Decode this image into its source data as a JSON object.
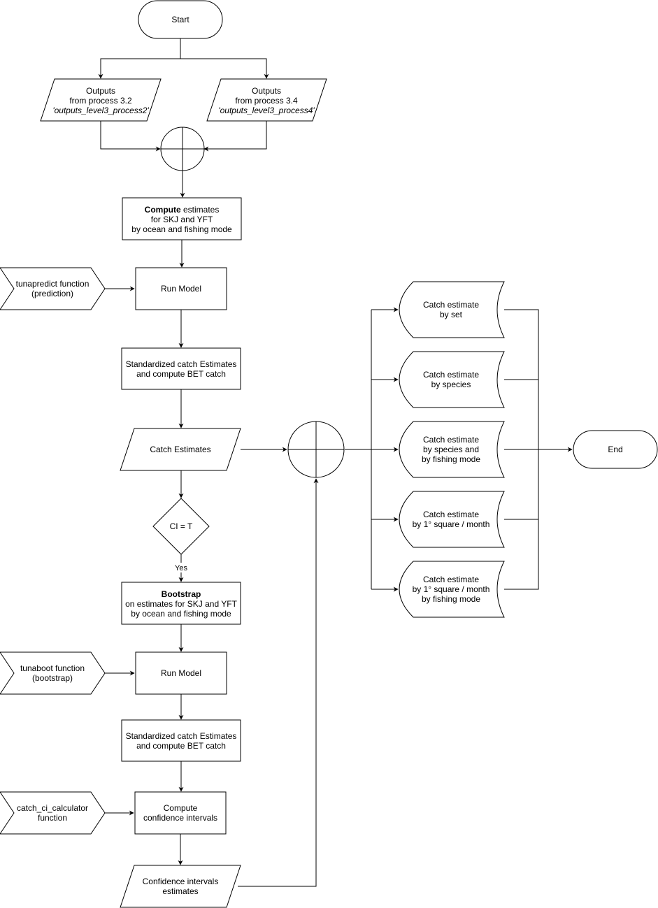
{
  "nodes": {
    "start": {
      "label": "Start"
    },
    "outputs_3_2": {
      "line1": "Outputs",
      "line2": "from process 3.2",
      "line3": "'outputs_level3_process2'"
    },
    "outputs_3_4": {
      "line1": "Outputs",
      "line2": "from process 3.4",
      "line3": "'outputs_level3_process4'"
    },
    "compute_estimates": {
      "bold": "Compute",
      "line1_rest": " estimates",
      "line2": "for SKJ and YFT",
      "line3": "by ocean and fishing mode"
    },
    "tunapredict": {
      "line1": "tunapredict function",
      "line2": "(prediction)"
    },
    "run_model_1": {
      "label": "Run Model"
    },
    "standardized_1": {
      "line1": "Standardized catch Estimates",
      "line2": "and compute BET catch"
    },
    "catch_estimates": {
      "label": "Catch Estimates"
    },
    "ci_decision": {
      "label": "CI = T"
    },
    "yes_label": {
      "label": "Yes"
    },
    "bootstrap": {
      "bold": "Bootstrap",
      "line2": "on estimates for SKJ and YFT",
      "line3": "by ocean and fishing mode"
    },
    "tunaboot": {
      "line1": "tunaboot function",
      "line2": "(bootstrap)"
    },
    "run_model_2": {
      "label": "Run Model"
    },
    "standardized_2": {
      "line1": "Standardized catch Estimates",
      "line2": "and compute BET catch"
    },
    "catch_ci_calculator": {
      "line1": "catch_ci_calculator",
      "line2": "function"
    },
    "compute_ci": {
      "line1": "Compute",
      "line2": "confidence intervals"
    },
    "ci_estimates": {
      "line1": "Confidence intervals",
      "line2": "estimates"
    },
    "out_by_set": {
      "line1": "Catch estimate",
      "line2": "by set"
    },
    "out_by_species": {
      "line1": "Catch estimate",
      "line2": "by species"
    },
    "out_by_species_mode": {
      "line1": "Catch estimate",
      "line2": "by species and",
      "line3": "by fishing mode"
    },
    "out_by_square": {
      "line1": "Catch estimate",
      "line2": "by 1° square / month"
    },
    "out_by_square_mode": {
      "line1": "Catch estimate",
      "line2": "by 1° square / month",
      "line3": "by fishing mode"
    },
    "end": {
      "label": "End"
    }
  }
}
